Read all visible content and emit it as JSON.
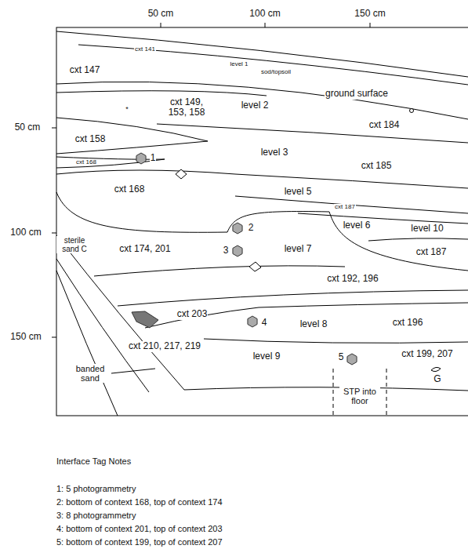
{
  "diagram": {
    "labels": [
      "50 cm",
      "100 cm",
      "150 cm",
      "50 cm",
      "100 cm",
      "150 cm",
      "cxt 141",
      "cxt 147",
      "level 1",
      "sod/topsoil",
      "ground surface",
      "level 2",
      "*",
      "cxt 149, 153, 158",
      "cxt 184",
      "cxt 158",
      "level 3",
      "cxt 185",
      "1",
      "cxt 168",
      "cxt 168",
      "level 5",
      "cxt 187",
      "2",
      "level 10",
      "level 6",
      "cxt 187",
      "cxt 174, 201",
      "3",
      "level 7",
      "sterile sand C",
      "cxt 192, 196",
      "cxt 203",
      "4",
      "level 8",
      "cxt 196",
      "banded sand",
      "cxt 210, 217, 219",
      "level 9",
      "5",
      "cxt 199, 207",
      "G",
      "STP into floor",
      "Interface Tag Notes",
      "1: 5 photogrammetry",
      "2: bottom of context 168, top of context 174",
      "3: 8 photogrammetry",
      "4: bottom of context 201, top of context 203",
      "5: bottom of context 199, top of context 207"
    ]
  }
}
